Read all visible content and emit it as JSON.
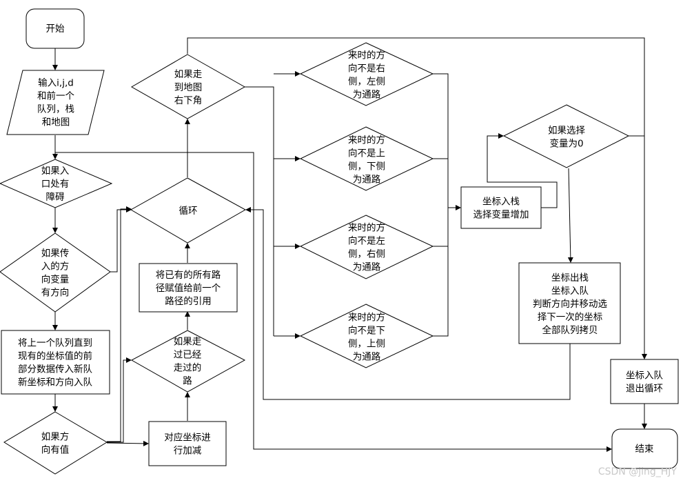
{
  "nodes": {
    "start": [
      "开始"
    ],
    "input": [
      "输入i,j,d",
      "和前一个",
      "队列，栈",
      "和地图"
    ],
    "entrance_blocked": [
      "如果入",
      "口处有",
      "障碍"
    ],
    "has_direction_var": [
      "如果传",
      "入的方",
      "向变量",
      "有方向"
    ],
    "copy_queue": [
      "将上一个队列直到",
      "现有的坐标值的前",
      "部分数据传入新队",
      "新坐标和方向入队"
    ],
    "direction_has_value": [
      "如果方",
      "向有值"
    ],
    "adjust_coords": [
      "对应坐标进",
      "行加减"
    ],
    "visited_path": [
      "如果走",
      "过已经",
      "走过的",
      "路"
    ],
    "assign_paths": [
      "将已有的所有路",
      "径赋值给前一个",
      "路径的引用"
    ],
    "loop": [
      "循环"
    ],
    "reached_bottom_right": [
      "如果走",
      "到地图",
      "右下角"
    ],
    "not_from_right": [
      "来时的方",
      "向不是右",
      "侧，左侧",
      "为通路"
    ],
    "not_from_top": [
      "来时的方",
      "向不是上",
      "侧，下侧",
      "为通路"
    ],
    "not_from_left": [
      "来时的方",
      "向不是左",
      "侧，右侧",
      "为通路"
    ],
    "not_from_bottom": [
      "来时的方",
      "向不是下",
      "侧，上侧",
      "为通路"
    ],
    "push_stack": [
      "坐标入栈",
      "选择变量增加"
    ],
    "select_var_zero": [
      "如果选择",
      "变量为0"
    ],
    "pop_stack": [
      "坐标出栈",
      "坐标入队",
      "判断方向并移动选",
      "择下一次的坐标",
      "全部队列拷贝"
    ],
    "enqueue_exit": [
      "坐标入队",
      "退出循环"
    ],
    "end": [
      "结束"
    ]
  },
  "watermark": "CSDN @jing_HJY"
}
